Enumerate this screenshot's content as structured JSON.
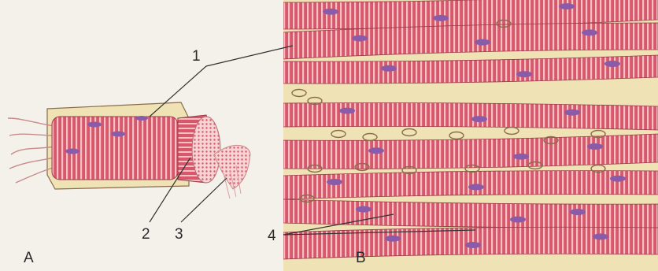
{
  "labels": {
    "callout_1": "1",
    "callout_2": "2",
    "callout_3": "3",
    "callout_4": "4",
    "panel_a": "A",
    "panel_b": "B"
  },
  "colors": {
    "background": "#f4f1ea",
    "fiber": "#d9576a",
    "fiber_stripe": "#f2c0c4",
    "connective_tissue": "#efe3b5",
    "nucleus": "#8a5ba8",
    "outline": "#8a6b4a"
  }
}
